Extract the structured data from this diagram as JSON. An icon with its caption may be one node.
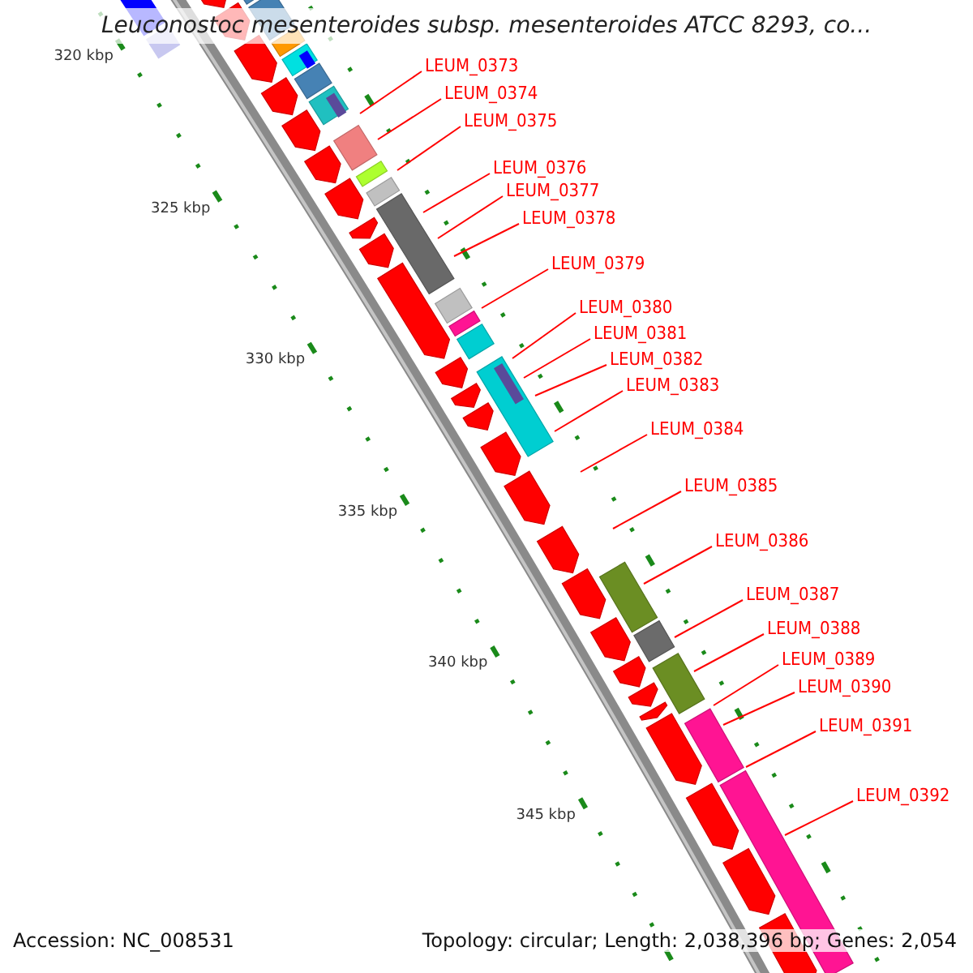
{
  "diagram": {
    "title": "Leuconostoc mesenteroides subsp. mesenteroides ATCC 8293, co...",
    "nodes": [
      {
        "text": [
          "LEUM_0373"
        ]
      },
      {
        "text": [
          "LEUM_0374"
        ]
      },
      {
        "text": [
          "LEUM_0375"
        ]
      },
      {
        "text": [
          "LEUM_0376"
        ]
      },
      {
        "text": [
          "LEUM_0377"
        ]
      },
      {
        "text": [
          "LEUM_0378"
        ]
      },
      {
        "text": [
          "LEUM_0379"
        ]
      },
      {
        "text": [
          "LEUM_0380"
        ]
      },
      {
        "text": [
          "LEUM_0381"
        ]
      },
      {
        "text": [
          "LEUM_0382"
        ]
      },
      {
        "text": [
          "LEUM_0383"
        ]
      },
      {
        "text": [
          "LEUM_0384"
        ]
      },
      {
        "text": [
          "LEUM_0385"
        ]
      },
      {
        "text": [
          "LEUM_0386"
        ]
      },
      {
        "text": [
          "LEUM_0387"
        ]
      },
      {
        "text": [
          "LEUM_0388"
        ]
      },
      {
        "text": [
          "LEUM_0389"
        ]
      },
      {
        "text": [
          "LEUM_0390"
        ]
      },
      {
        "text": [
          "LEUM_0391"
        ]
      },
      {
        "text": [
          "LEUM_0392"
        ]
      }
    ],
    "edges": [
      {
        "from": 0,
        "to": null,
        "arrow": "none"
      },
      {
        "from": 1,
        "to": null,
        "arrow": "none"
      },
      {
        "from": 2,
        "to": null,
        "arrow": "none"
      },
      {
        "from": 3,
        "to": null,
        "arrow": "none"
      },
      {
        "from": 4,
        "to": null,
        "arrow": "none"
      },
      {
        "from": 5,
        "to": null,
        "arrow": "none"
      },
      {
        "from": 6,
        "to": null,
        "arrow": "none"
      },
      {
        "from": 7,
        "to": null,
        "arrow": "none"
      },
      {
        "from": 8,
        "to": null,
        "arrow": "none"
      },
      {
        "from": 9,
        "to": null,
        "arrow": "none"
      },
      {
        "from": 10,
        "to": null,
        "arrow": "none"
      },
      {
        "from": 11,
        "to": null,
        "arrow": "none"
      },
      {
        "from": 12,
        "to": null,
        "arrow": "none"
      },
      {
        "from": 13,
        "to": null,
        "arrow": "none"
      },
      {
        "from": 14,
        "to": null,
        "arrow": "none"
      },
      {
        "from": 15,
        "to": null,
        "arrow": "none"
      },
      {
        "from": 16,
        "to": null,
        "arrow": "none"
      },
      {
        "from": 17,
        "to": null,
        "arrow": "none"
      },
      {
        "from": 18,
        "to": null,
        "arrow": "none"
      },
      {
        "from": 19,
        "to": null,
        "arrow": "none"
      }
    ],
    "labels": [
      "320 kbp",
      "325 kbp",
      "330 kbp",
      "335 kbp",
      "340 kbp",
      "345 kbp",
      "Accession: NC_008531",
      "Topology: circular; Length: 2,038,396 bp; Genes: 2,054"
    ]
  }
}
